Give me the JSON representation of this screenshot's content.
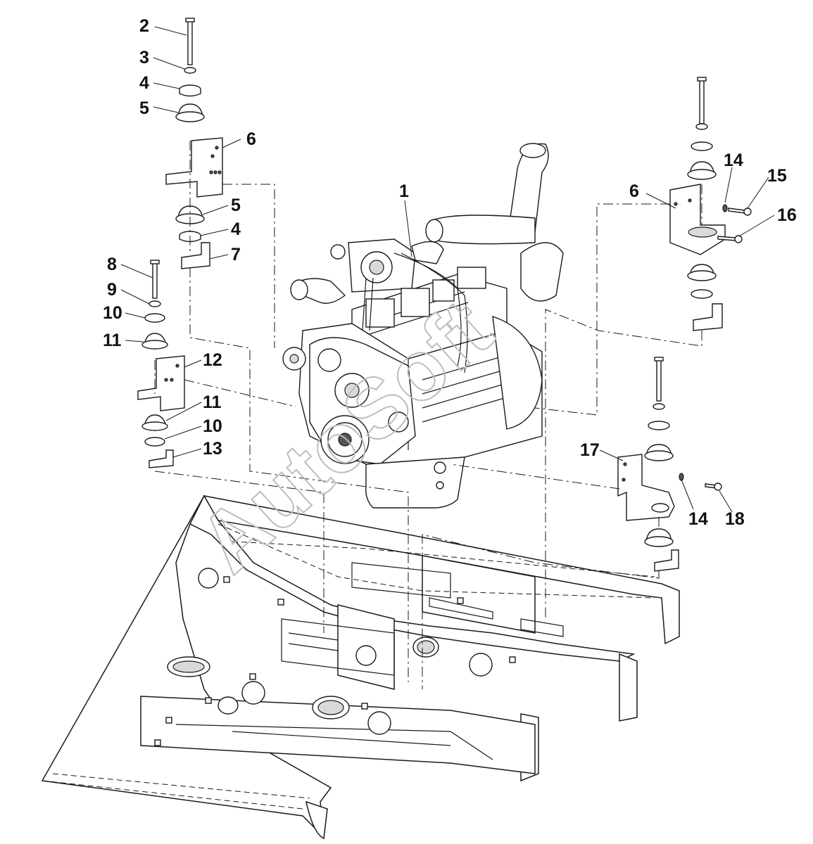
{
  "diagram": {
    "watermark": "AutoSoft",
    "callouts": [
      {
        "id": "c1",
        "label": "1"
      },
      {
        "id": "c2",
        "label": "2"
      },
      {
        "id": "c3",
        "label": "3"
      },
      {
        "id": "c4a",
        "label": "4"
      },
      {
        "id": "c5a",
        "label": "5"
      },
      {
        "id": "c6a",
        "label": "6"
      },
      {
        "id": "c5b",
        "label": "5"
      },
      {
        "id": "c4b",
        "label": "4"
      },
      {
        "id": "c7",
        "label": "7"
      },
      {
        "id": "c8",
        "label": "8"
      },
      {
        "id": "c9",
        "label": "9"
      },
      {
        "id": "c10a",
        "label": "10"
      },
      {
        "id": "c11a",
        "label": "11"
      },
      {
        "id": "c12",
        "label": "12"
      },
      {
        "id": "c11b",
        "label": "11"
      },
      {
        "id": "c10b",
        "label": "10"
      },
      {
        "id": "c13",
        "label": "13"
      },
      {
        "id": "c6b",
        "label": "6"
      },
      {
        "id": "c14a",
        "label": "14"
      },
      {
        "id": "c15",
        "label": "15"
      },
      {
        "id": "c16",
        "label": "16"
      },
      {
        "id": "c17",
        "label": "17"
      },
      {
        "id": "c14b",
        "label": "14"
      },
      {
        "id": "c18",
        "label": "18"
      }
    ]
  }
}
